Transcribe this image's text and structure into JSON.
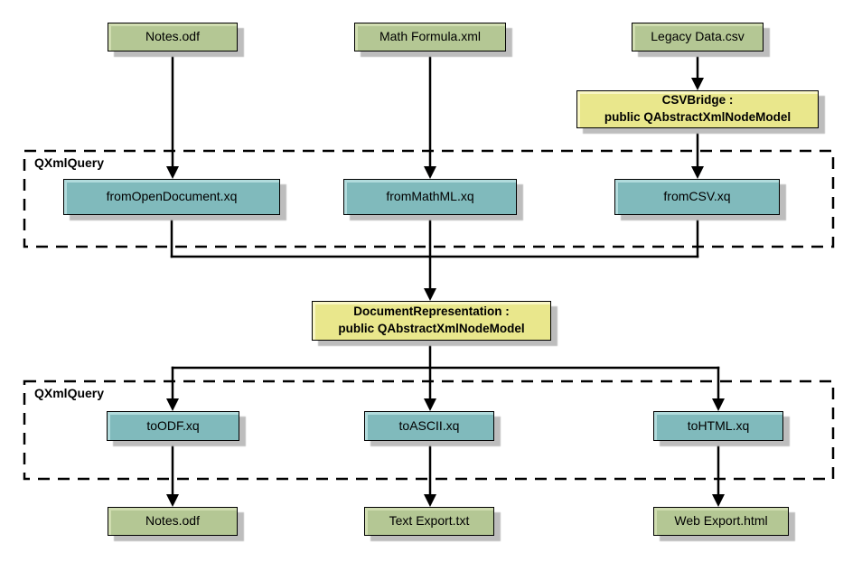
{
  "diagram": {
    "background": "#ffffff",
    "palette": {
      "file_fill": "#b4c794",
      "file_highlight": "#d0ddb0",
      "query_fill": "#80babc",
      "query_highlight": "#b1dbdc",
      "model_fill": "#e9e78c",
      "model_highlight": "#f8f6c4",
      "shadow": "#bdbdbd",
      "box_border": "#000000",
      "connector": "#000000"
    },
    "groups": [
      {
        "label": "QXmlQuery"
      },
      {
        "label": "QXmlQuery"
      }
    ],
    "nodes": {
      "notes_top": {
        "type": "file",
        "label": "Notes.odf"
      },
      "math_formula": {
        "type": "file",
        "label": "Math Formula.xml"
      },
      "legacy_data": {
        "type": "file",
        "label": "Legacy Data.csv"
      },
      "csv_bridge": {
        "type": "model",
        "line1": "CSVBridge :",
        "line2": "public QAbstractXmlNodeModel"
      },
      "from_opendocument": {
        "type": "query",
        "label": "fromOpenDocument.xq"
      },
      "from_mathml": {
        "type": "query",
        "label": "fromMathML.xq"
      },
      "from_csv": {
        "type": "query",
        "label": "fromCSV.xq"
      },
      "document_representation": {
        "type": "model",
        "line1": "DocumentRepresentation :",
        "line2": "public QAbstractXmlNodeModel"
      },
      "to_odf": {
        "type": "query",
        "label": "toODF.xq"
      },
      "to_ascii": {
        "type": "query",
        "label": "toASCII.xq"
      },
      "to_html": {
        "type": "query",
        "label": "toHTML.xq"
      },
      "notes_bottom": {
        "type": "file",
        "label": "Notes.odf"
      },
      "text_export": {
        "type": "file",
        "label": "Text Export.txt"
      },
      "web_export": {
        "type": "file",
        "label": "Web Export.html"
      }
    }
  }
}
